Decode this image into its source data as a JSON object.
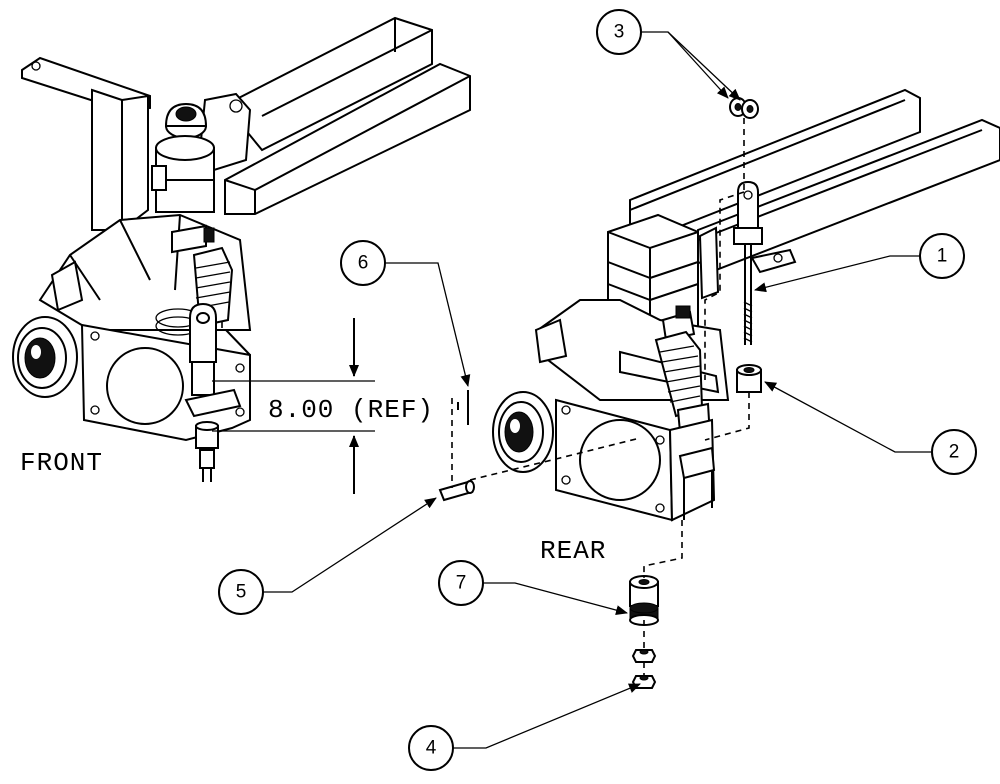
{
  "views": {
    "front_label": "FRONT",
    "rear_label": "REAR"
  },
  "dimension": {
    "text": "8.00 (REF)"
  },
  "callouts": [
    {
      "number": "1"
    },
    {
      "number": "2"
    },
    {
      "number": "3"
    },
    {
      "number": "4"
    },
    {
      "number": "5"
    },
    {
      "number": "6"
    },
    {
      "number": "7"
    }
  ]
}
